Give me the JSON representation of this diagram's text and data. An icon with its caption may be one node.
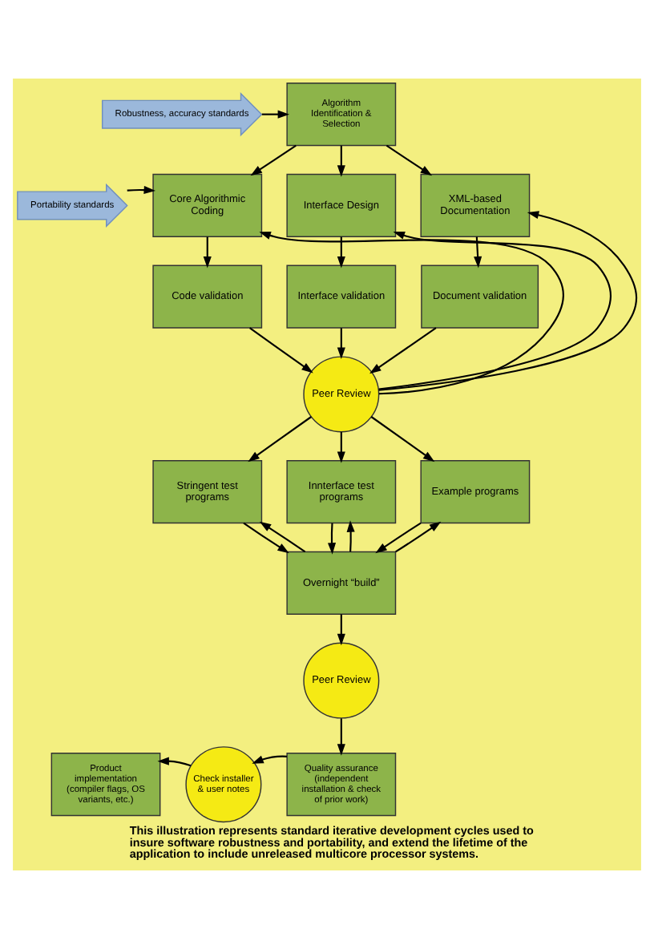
{
  "diagram": {
    "caption": "This illustration represents standard iterative development cycles used to insure software robustness and portability, and extend the lifetime of the application to include unreleased multicore processor systems.",
    "nodes": [
      {
        "text": [
          "Robustness, accuracy standards"
        ]
      },
      {
        "text": [
          "Algorithm Identification & Selection"
        ]
      },
      {
        "text": [
          "Portability standards"
        ]
      },
      {
        "text": [
          "Core Algorithmic Coding"
        ]
      },
      {
        "text": [
          "Interface Design"
        ]
      },
      {
        "text": [
          "XML-based Documentation"
        ]
      },
      {
        "text": [
          "Code validation"
        ]
      },
      {
        "text": [
          "Interface validation"
        ]
      },
      {
        "text": [
          "Document validation"
        ]
      },
      {
        "text": [
          "Peer Review"
        ]
      },
      {
        "text": [
          "Stringent test programs"
        ]
      },
      {
        "text": [
          "Innterface test programs"
        ]
      },
      {
        "text": [
          "Example programs"
        ]
      },
      {
        "text": [
          "Overnight “build”"
        ]
      },
      {
        "text": [
          "Peer Review"
        ]
      },
      {
        "text": [
          "Quality assurance (independent installation & check of prior work)"
        ]
      },
      {
        "text": [
          "Check installer & user notes"
        ]
      },
      {
        "text": [
          "Product implementation (compiler flags, OS variants, etc.)"
        ]
      }
    ],
    "edges": [
      {
        "from": 0,
        "to": 1,
        "arrow": "to"
      },
      {
        "from": 2,
        "to": 3,
        "arrow": "to"
      },
      {
        "from": 1,
        "to": 3,
        "arrow": "to"
      },
      {
        "from": 1,
        "to": 4,
        "arrow": "to"
      },
      {
        "from": 1,
        "to": 5,
        "arrow": "to"
      },
      {
        "from": 3,
        "to": 6,
        "arrow": "to"
      },
      {
        "from": 4,
        "to": 7,
        "arrow": "to"
      },
      {
        "from": 5,
        "to": 8,
        "arrow": "to"
      },
      {
        "from": 6,
        "to": 9,
        "arrow": "to"
      },
      {
        "from": 7,
        "to": 9,
        "arrow": "to"
      },
      {
        "from": 8,
        "to": 9,
        "arrow": "to"
      },
      {
        "from": 9,
        "to": 3,
        "arrow": "to"
      },
      {
        "from": 9,
        "to": 4,
        "arrow": "to"
      },
      {
        "from": 9,
        "to": 5,
        "arrow": "to"
      },
      {
        "from": 9,
        "to": 10,
        "arrow": "to"
      },
      {
        "from": 9,
        "to": 11,
        "arrow": "to"
      },
      {
        "from": 9,
        "to": 12,
        "arrow": "to"
      },
      {
        "from": 10,
        "to": 13,
        "arrow": "to"
      },
      {
        "from": 11,
        "to": 13,
        "arrow": "to"
      },
      {
        "from": 12,
        "to": 13,
        "arrow": "to"
      },
      {
        "from": 13,
        "to": 10,
        "arrow": "to"
      },
      {
        "from": 13,
        "to": 11,
        "arrow": "to"
      },
      {
        "from": 13,
        "to": 12,
        "arrow": "to"
      },
      {
        "from": 13,
        "to": 14,
        "arrow": "to"
      },
      {
        "from": 14,
        "to": 15,
        "arrow": "to"
      },
      {
        "from": 15,
        "to": 16,
        "arrow": "to"
      },
      {
        "from": 16,
        "to": 17,
        "arrow": "to"
      }
    ]
  }
}
